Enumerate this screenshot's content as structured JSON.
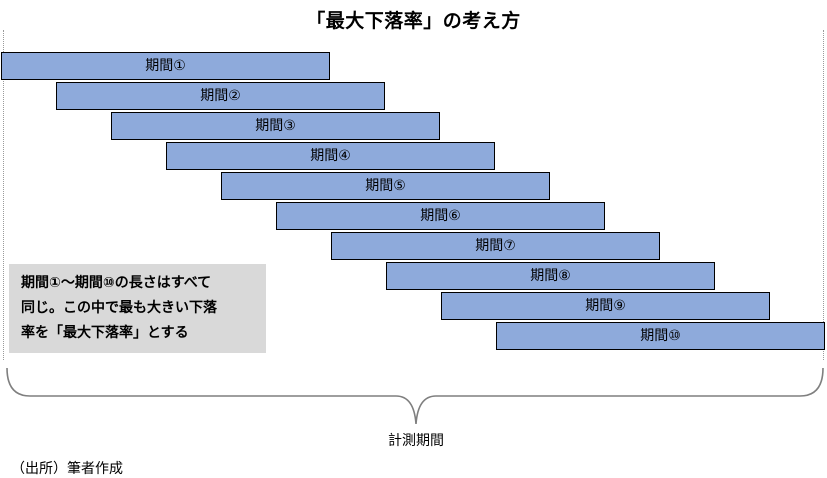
{
  "title": "「最大下落率」の考え方",
  "periods": [
    "期間①",
    "期間②",
    "期間③",
    "期間④",
    "期間⑤",
    "期間⑥",
    "期間⑦",
    "期間⑧",
    "期間⑨",
    "期間⑩"
  ],
  "note": {
    "line1": "期間①〜期間⑩の長さはすべて",
    "line2": "同じ。この中で最も大きい下落",
    "line3": "率を「最大下落率」とする"
  },
  "measurement_label": "計測期間",
  "source": "（出所）筆者作成",
  "colors": {
    "bar_fill": "#8eaadb",
    "bar_border": "#000000",
    "note_background": "#d9d9d9",
    "frame_line": "#9a9a9a"
  }
}
